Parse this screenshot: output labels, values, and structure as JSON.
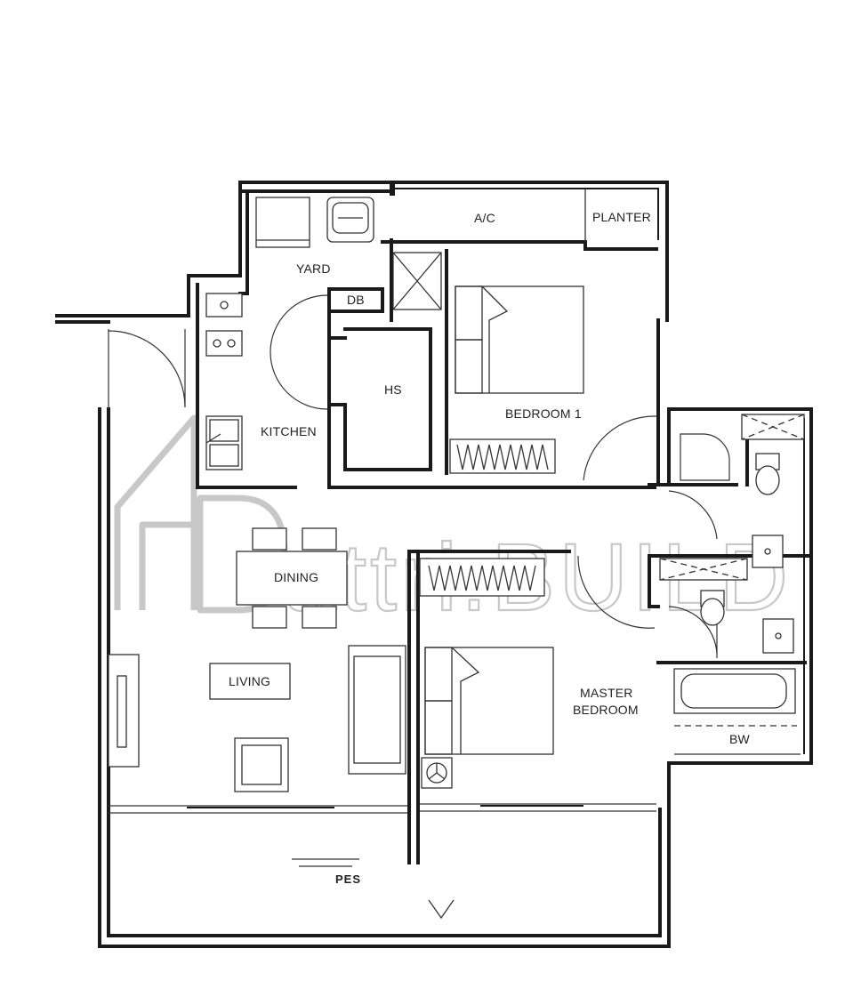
{
  "rooms": {
    "ac": "A/C",
    "planter": "PLANTER",
    "yard": "YARD",
    "db": "DB",
    "hs": "HS",
    "kitchen": "KITCHEN",
    "bedroom1": "BEDROOM 1",
    "dining": "DINING",
    "living": "LIVING",
    "master_line1": "MASTER",
    "master_line2": "BEDROOM",
    "bw": "BW",
    "pes": "PES"
  },
  "watermark": {
    "text": "attri.BUILD"
  }
}
